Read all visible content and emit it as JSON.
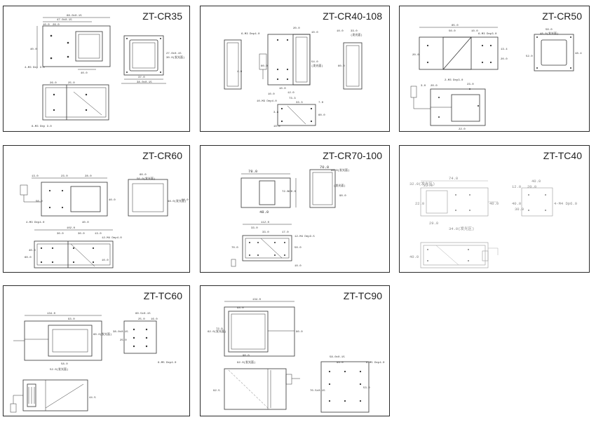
{
  "panels": {
    "cr35": {
      "title": "ZT-CR35",
      "labels": [
        "68.0±0.15",
        "47.0±0.15",
        "10.0",
        "26.0",
        "40.0",
        "40.0",
        "4-M3 Dep 3.0",
        "27.0±0.15",
        "30.0(发光面)",
        "37.0",
        "38.0±0.15",
        "26.0",
        "25.0",
        "8-M3 Dep 3.0"
      ]
    },
    "cr40": {
      "title": "ZT-CR40-108",
      "labels": [
        "6-M3 Dep4.0",
        "20.0",
        "10.0",
        "10.0",
        "33.0",
        "(发光面)",
        "60.0",
        "4.0",
        "60.0",
        "54.0",
        "(发光面)",
        "10.0",
        "10.0",
        "10-M3 Dep4.0",
        "73.3",
        "33.3",
        "7.0",
        "3.8",
        "10.0",
        "60.0",
        "12.0",
        "40.0"
      ]
    },
    "cr50": {
      "title": "ZT-CR50",
      "labels": [
        "85.0",
        "50.0",
        "10.0",
        "6-M3 Dep3.0",
        "13.4",
        "20.0",
        "20.0",
        "50.0",
        "48.0(发光面)",
        "52.0",
        "48.4",
        "2-M3 Dep3.0",
        "3.0",
        "20.0",
        "23.0",
        "22.0"
      ]
    },
    "cr60": {
      "title": "ZT-CR60",
      "labels": [
        "13.0",
        "23.0",
        "28.0",
        "50.0",
        "40.0",
        "4-M3 Dep4.0",
        "40.0",
        "60.0",
        "50.0(发光面)",
        "48.0(发光面)",
        "58.0",
        "102.0",
        "30.0",
        "30.0",
        "13.0",
        "12-M4 Dep4.0",
        "60.0",
        "40.0",
        "10.0"
      ]
    },
    "cr70": {
      "title": "ZT-CR70-100",
      "labels": [
        "78.0",
        "72.0",
        "100.0",
        "48.0",
        "70.0",
        "60.0(发光面)",
        "(发光面)",
        "90.0",
        "112.0",
        "33.0",
        "33.0",
        "17.0",
        "12-M4 Dep3.5",
        "70.0",
        "50.0",
        "10.0"
      ]
    },
    "tc40": {
      "title": "ZT-TC40",
      "labels": [
        "32.0(发光区)",
        "74.0",
        "22.0",
        "22.0",
        "40.0",
        "29.0",
        "34.0(发光区)",
        "12.0",
        "40.0",
        "20.0",
        "40.0",
        "30.0",
        "4-M4 Dp6.0",
        "40.0"
      ]
    },
    "tc60": {
      "title": "ZT-TC60",
      "labels": [
        "134.0",
        "93.0",
        "58.0",
        "60.0(发光面)",
        "52.0(发光面)",
        "60.5±0.15",
        "25.0",
        "16.0",
        "38.0±0.15",
        "25.0",
        "6-M5 Dep4.0",
        "44.5"
      ]
    },
    "tc90": {
      "title": "ZT-TC90",
      "labels": [
        "134.0",
        "93.0",
        "62.0(发光面)",
        "72.0",
        "90.0",
        "90.0",
        "92.0(发光面)",
        "92.5",
        "58.0±0.15",
        "93.0",
        "6-M5 Dep4.0",
        "70.5±0.15",
        "53.0"
      ]
    }
  }
}
